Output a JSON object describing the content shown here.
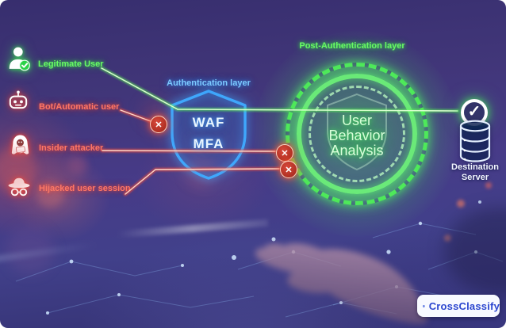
{
  "actors": [
    {
      "id": "legitimate-user",
      "label": "Legitimate User",
      "status": "allowed"
    },
    {
      "id": "bot-user",
      "label": "Bot/Automatic user",
      "status": "blocked-at-authentication"
    },
    {
      "id": "insider-attacker",
      "label": "Insider attacker",
      "status": "blocked-at-post-authentication"
    },
    {
      "id": "hijacked-session",
      "label": "Hijacked user session",
      "status": "blocked-at-post-authentication"
    }
  ],
  "auth_layer": {
    "title": "Authentication layer",
    "waf": "WAF",
    "mfa": "MFA"
  },
  "post_auth_layer": {
    "title": "Post-Authentication layer",
    "core_lines": [
      "User",
      "Behavior",
      "Analysis"
    ]
  },
  "destination": {
    "lines": [
      "Destination",
      "Server"
    ]
  },
  "brand": {
    "name": "CrossClassify"
  },
  "glyphs": {
    "x": "✕",
    "check": "✓"
  },
  "colors": {
    "allowed_green": "#54f05e",
    "blocked_red": "#ff614e",
    "auth_blue": "#41a9ff",
    "brand_blue": "#2b46cf"
  }
}
